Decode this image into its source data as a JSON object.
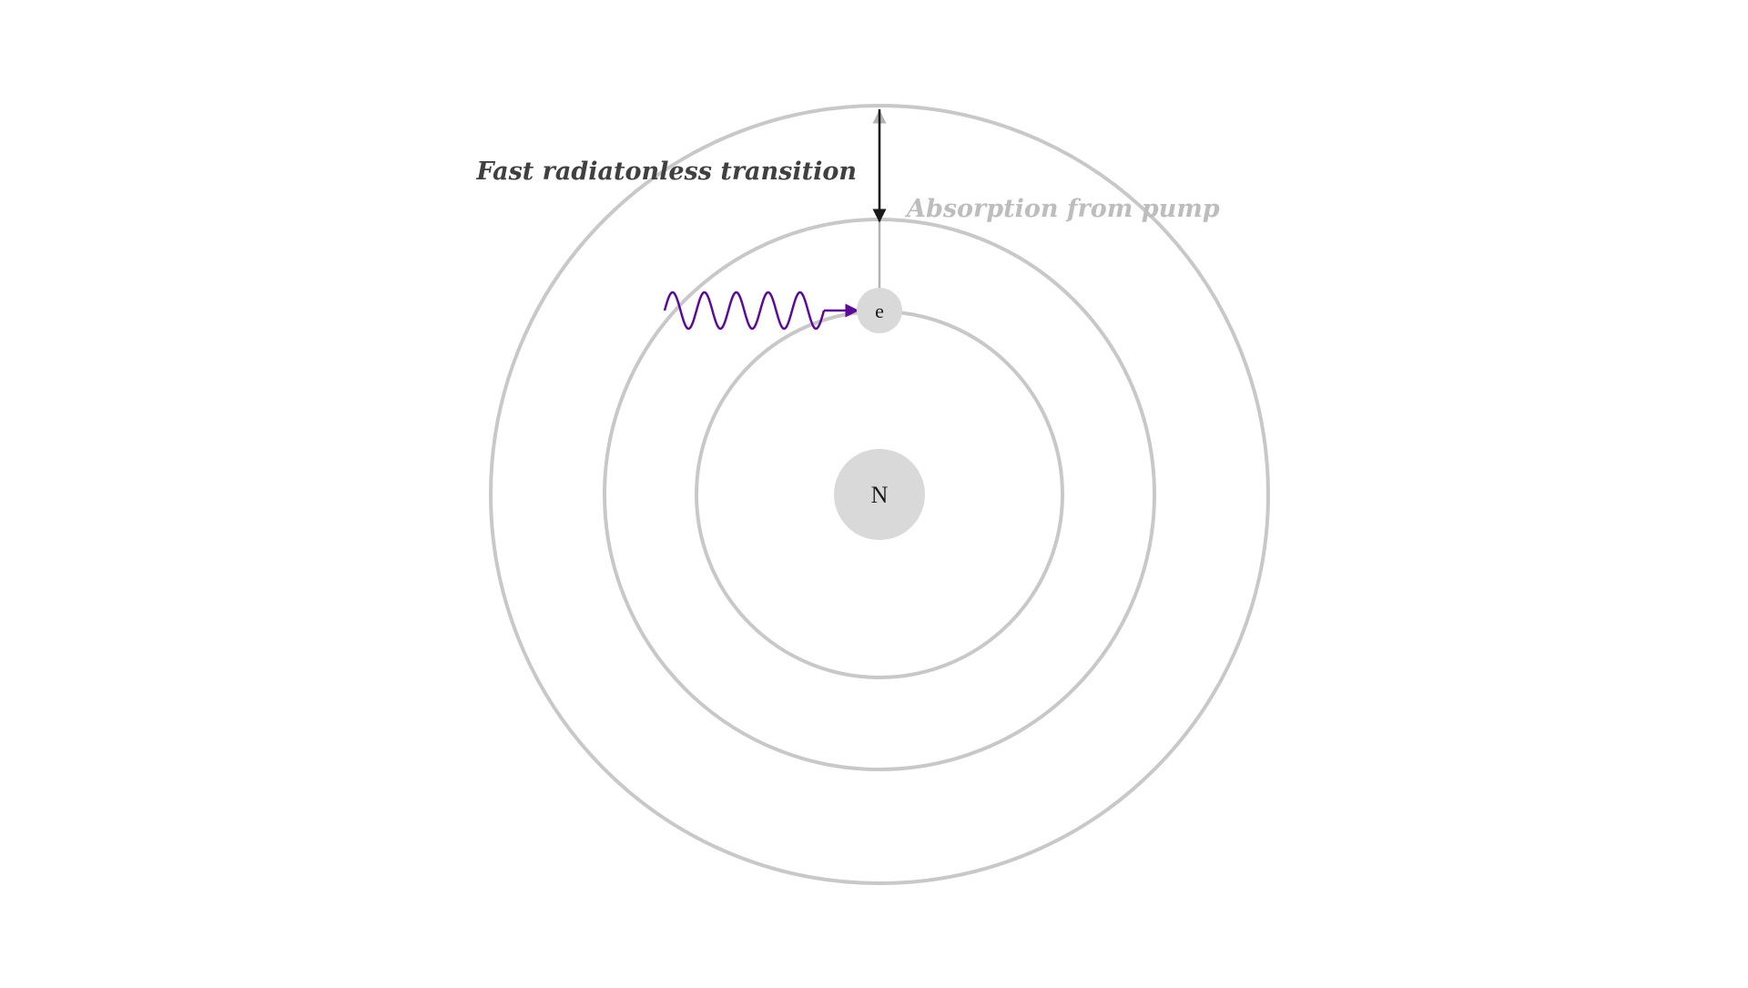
{
  "labels": {
    "nucleus": "N",
    "electron": "e",
    "fast_transition": "Fast radiatonless transition",
    "pump_absorption": "Absorption from pump"
  },
  "colors": {
    "orbit": "#c8c8c8",
    "nucleus_fill": "#d9d9d9",
    "electron_fill": "#d9d9d9",
    "fast_arrow": "#1a1a1a",
    "pump_arrow": "#b3b3b3",
    "photon": "#5b0a99",
    "fast_label": "#404040",
    "pump_label": "#bdbdbd"
  },
  "icons": {
    "photon": "wavy-photon-arrow-icon",
    "transition": "down-arrow-icon",
    "pump": "up-arrow-icon"
  }
}
